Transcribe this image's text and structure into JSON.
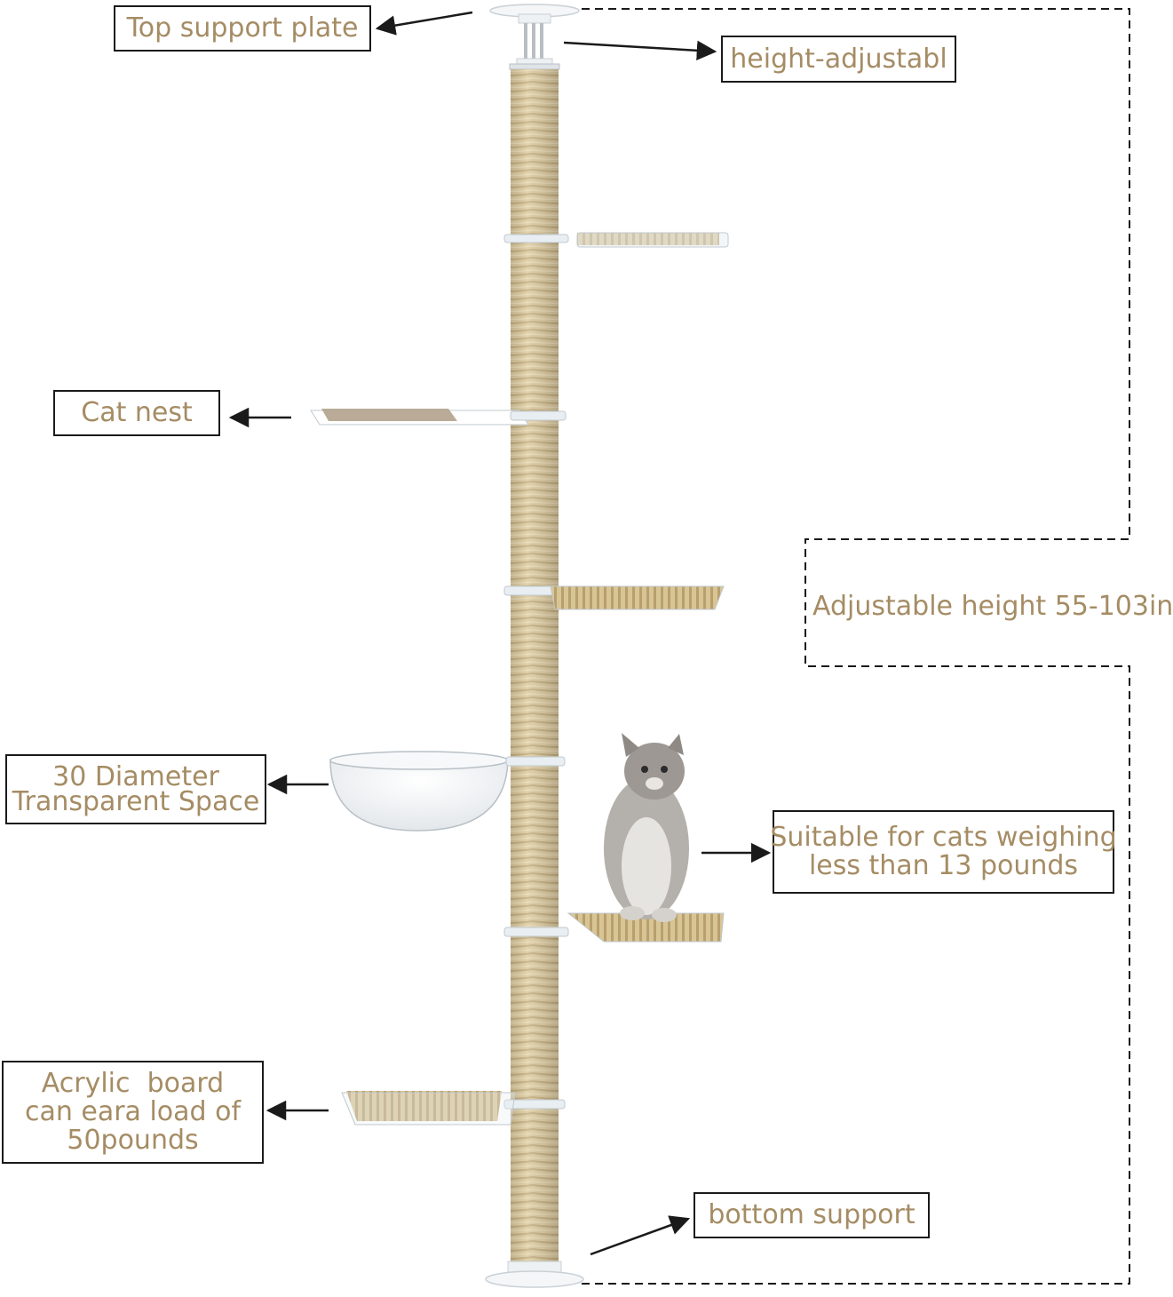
{
  "labels": {
    "top_support_plate": "Top support plate",
    "height_adjustable": "height-adjustabl",
    "cat_nest": "Cat nest",
    "transparent_space": [
      "30 Diameter",
      "Transparent Space"
    ],
    "adjustable_height": "Adjustable height 55-103in",
    "suitable_cats": [
      "Suitable for cats weighing",
      "less than 13 pounds"
    ],
    "acrylic_board": [
      "Acrylic  board",
      "can eara load of",
      "50pounds"
    ],
    "bottom_support": "bottom support"
  },
  "colors": {
    "label_text": "#a58c64",
    "sisal_rope": "#d9c79b",
    "sisal_shadow": "#c2ac7c",
    "acrylic": "#e8eef2",
    "nest_fabric": "#b9ab97",
    "line": "#1a1a1a"
  }
}
